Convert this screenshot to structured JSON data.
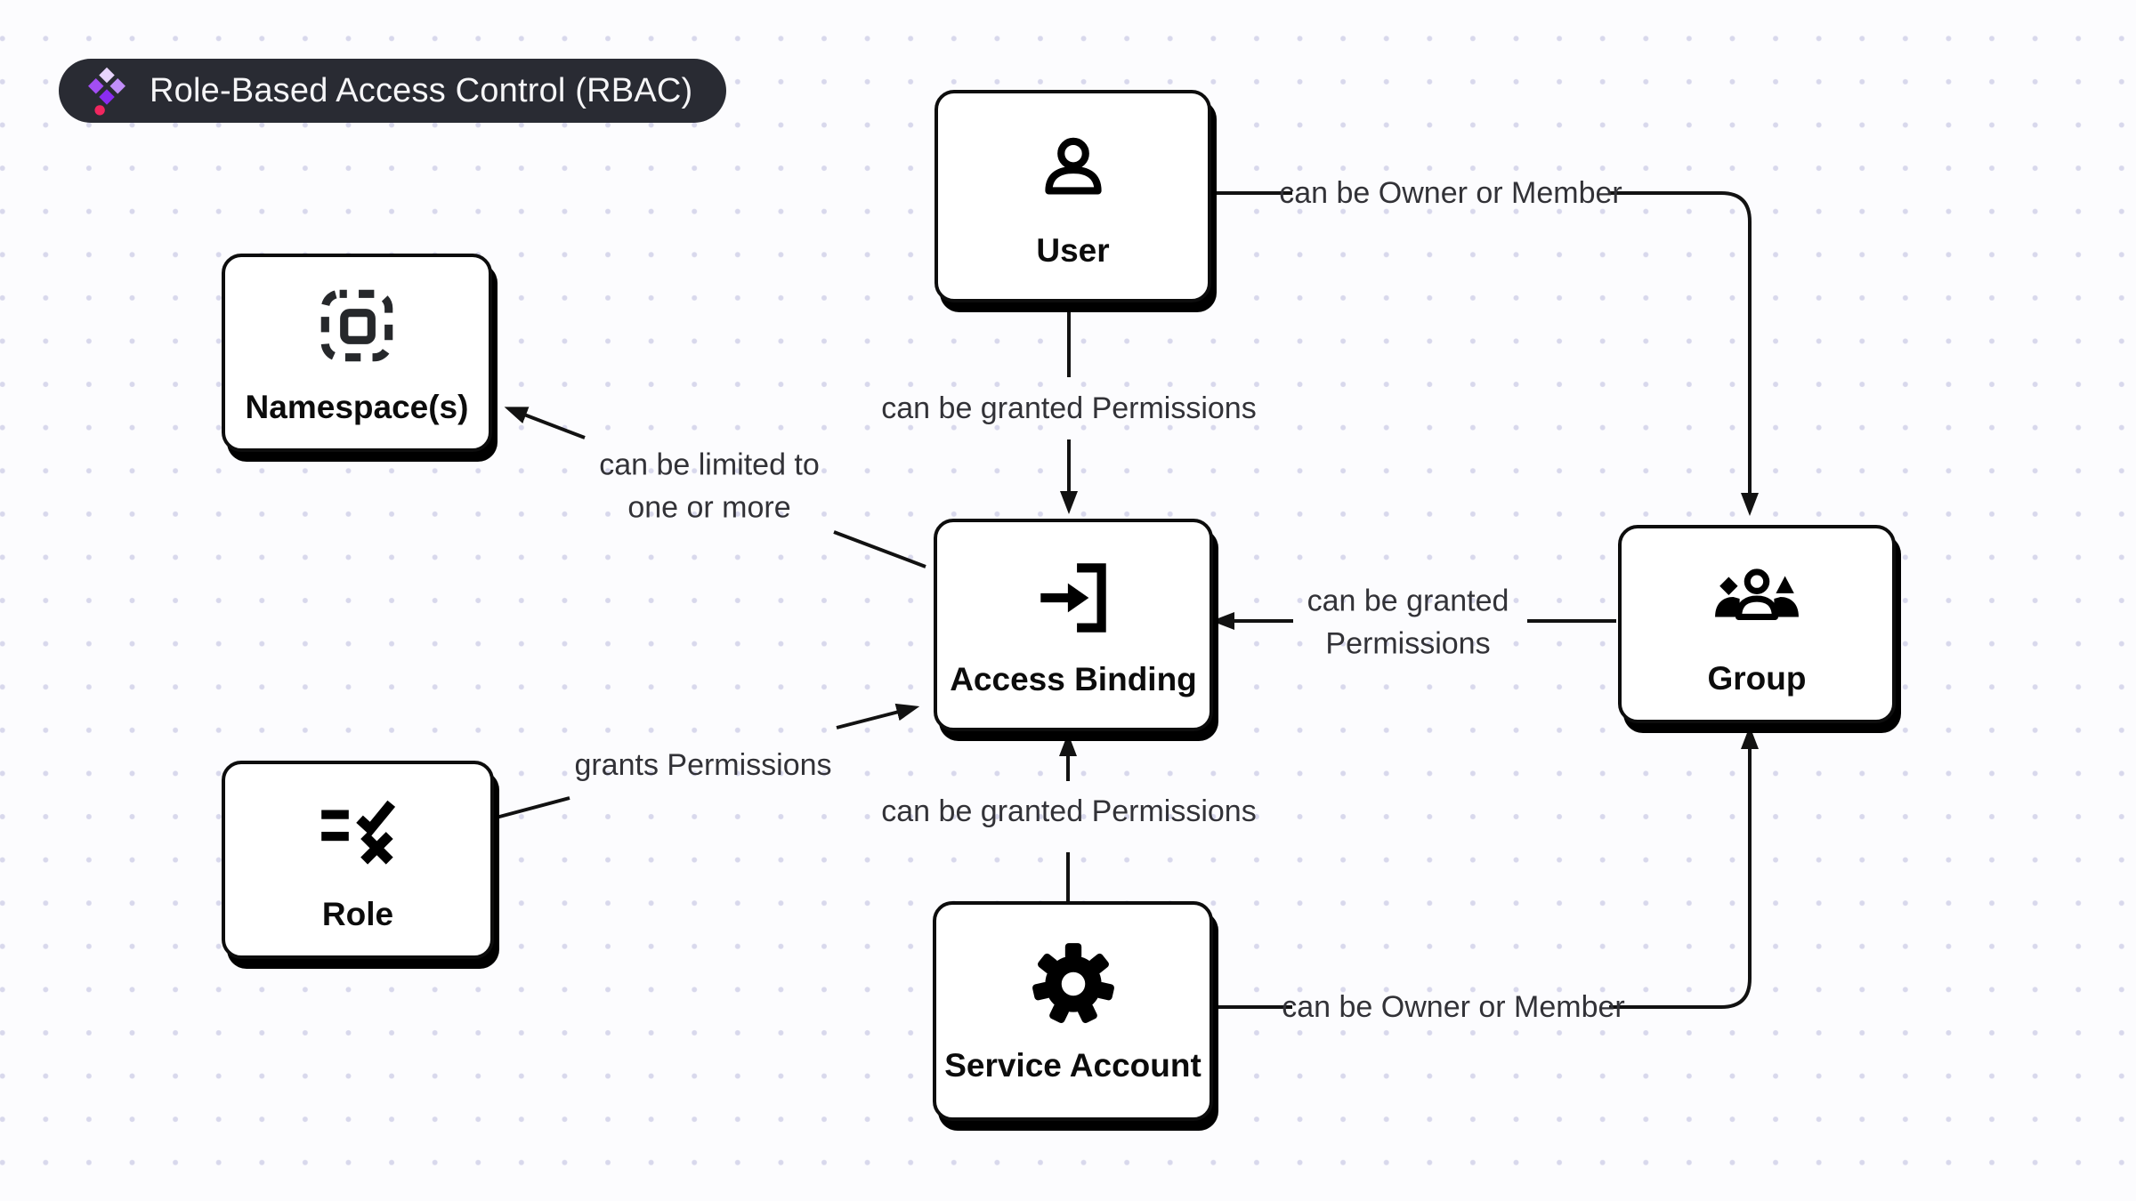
{
  "title_badge": {
    "label": "Role-Based Access Control (RBAC)",
    "logo_icon": "diamond-cluster-logo",
    "bg_color": "#292b33",
    "text_color": "#f6f6f8",
    "logo_colors": [
      "#e7d4fc",
      "#a24ef4",
      "#c18ef9",
      "#8a2cf1",
      "#f0265f"
    ]
  },
  "nodes": {
    "user": {
      "label": "User",
      "icon": "person-icon"
    },
    "namespace": {
      "label": "Namespace(s)",
      "icon": "namespace-frame-icon"
    },
    "access_binding": {
      "label": "Access Binding",
      "icon": "login-arrow-icon"
    },
    "group": {
      "label": "Group",
      "icon": "people-group-icon"
    },
    "role": {
      "label": "Role",
      "icon": "checklist-icon"
    },
    "service_account": {
      "label": "Service Account",
      "icon": "gear-icon"
    }
  },
  "edges": [
    {
      "from": "User",
      "to": "Group",
      "label": "can be Owner or Member"
    },
    {
      "from": "User",
      "to": "Access Binding",
      "label": "can be granted Permissions"
    },
    {
      "from": "Access Binding",
      "to": "Namespace(s)",
      "label": "can be limited to\none or more"
    },
    {
      "from": "Group",
      "to": "Access Binding",
      "label": "can be granted\nPermissions"
    },
    {
      "from": "Role",
      "to": "Access Binding",
      "label": "grants Permissions"
    },
    {
      "from": "Service Account",
      "to": "Access Binding",
      "label": "can be granted Permissions"
    },
    {
      "from": "Service Account",
      "to": "Group",
      "label": "can be Owner or Member"
    }
  ],
  "colors": {
    "canvas_bg": "#fcfcfe",
    "dot_grid": "#d8d8ec",
    "node_bg": "#ffffff",
    "node_border": "#0d0d0d",
    "node_shadow": "#000000",
    "wire": "#121212",
    "edge_label_text": "#323237"
  }
}
